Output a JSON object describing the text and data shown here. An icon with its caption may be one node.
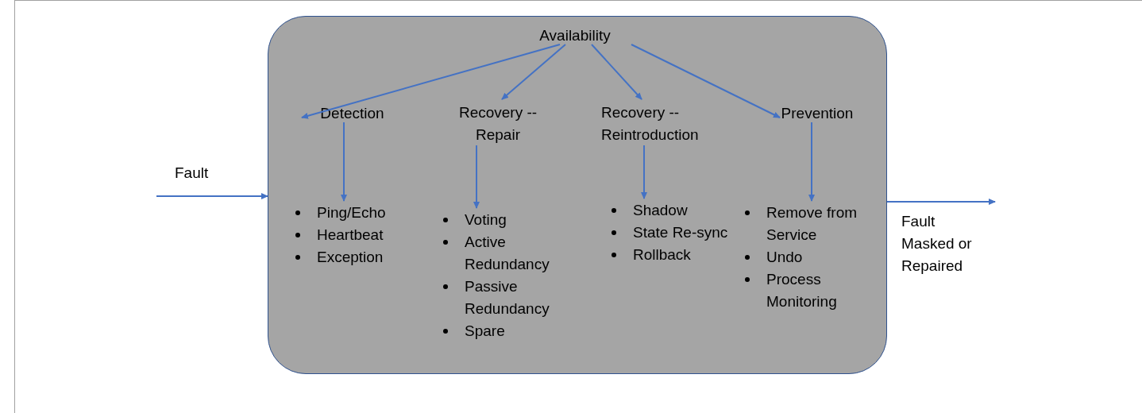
{
  "diagram": {
    "nodes": [
      {
        "text": [],
        "shape": "box"
      },
      {
        "text": [
          "Availability"
        ],
        "in": 0
      },
      {
        "text": [
          "Detection"
        ],
        "in": 0
      },
      {
        "text": [
          "Recovery -- Repair"
        ],
        "in": 0
      },
      {
        "text": [
          "Recovery -- Reintroduction"
        ],
        "in": 0
      },
      {
        "text": [
          "Prevention"
        ],
        "in": 0
      },
      {
        "text": [
          "Ping/Echo",
          "Heartbeat",
          "Exception"
        ],
        "in": 0
      },
      {
        "text": [
          "Voting",
          "Active Redundancy",
          "Passive Redundancy",
          "Spare"
        ],
        "in": 0
      },
      {
        "text": [
          "Shadow",
          "State Re-sync",
          "Rollback"
        ],
        "in": 0
      },
      {
        "text": [
          "Remove from Service",
          "Undo",
          "Process Monitoring"
        ],
        "in": 0
      }
    ],
    "edges": [
      {
        "from": 1,
        "to": 2,
        "arrow": "to"
      },
      {
        "from": 1,
        "to": 3,
        "arrow": "to"
      },
      {
        "from": 1,
        "to": 4,
        "arrow": "to"
      },
      {
        "from": 1,
        "to": 5,
        "arrow": "to"
      },
      {
        "from": 2,
        "to": 6,
        "arrow": "to"
      },
      {
        "from": 3,
        "to": 7,
        "arrow": "to"
      },
      {
        "from": 4,
        "to": 8,
        "arrow": "to"
      },
      {
        "from": 5,
        "to": 9,
        "arrow": "to"
      },
      {
        "from": null,
        "to": 0,
        "arrow": "to",
        "label": "Fault"
      },
      {
        "from": 0,
        "to": null,
        "arrow": "to",
        "label": "Fault Masked or Repaired"
      }
    ]
  }
}
